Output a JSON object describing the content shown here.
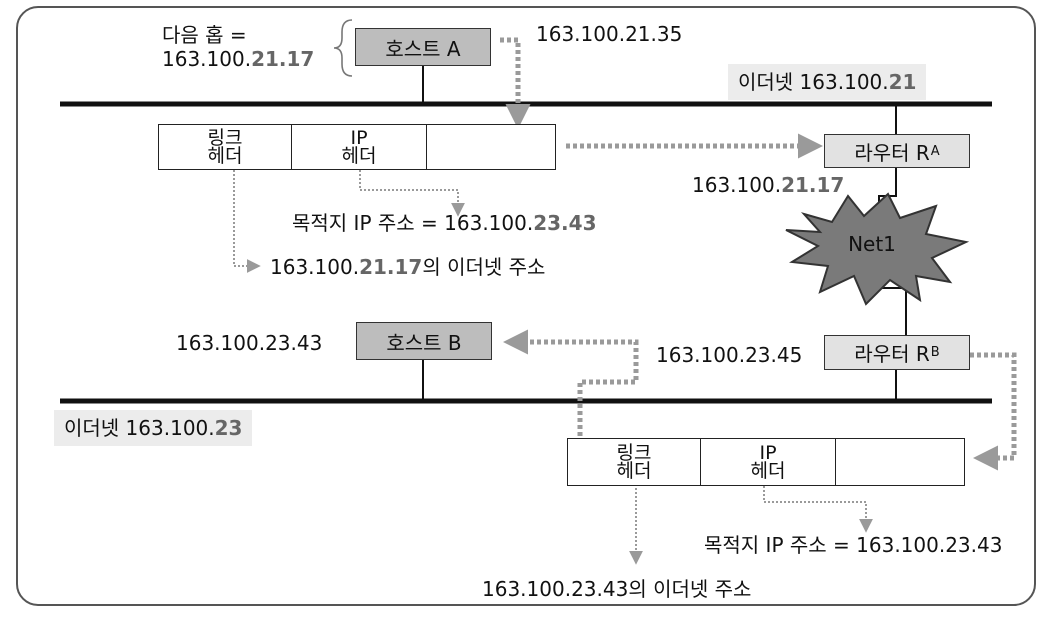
{
  "top": {
    "next_hop_line1": "다음 홉 =",
    "next_hop_prefix": "163.100.",
    "next_hop_highlight": "21.17",
    "host_a": "호스트 A",
    "host_a_addr": "163.100.21.35",
    "net_top_prefix": "이더넷 163.100.",
    "net_top_highlight": "21",
    "frame": {
      "link_line1": "링크",
      "link_line2": "헤더",
      "ip_line1": "IP",
      "ip_line2": "헤더"
    },
    "router_a_name": "라우터 R",
    "router_a_sub": "A",
    "router_a_addr_prefix": "163.100.",
    "router_a_addr_highlight": "21.17",
    "dest_prefix": "목적지 IP 주소 = 163.100.",
    "dest_highlight": "23.43",
    "eth_prefix": "163.100.",
    "eth_highlight": "21.17",
    "eth_suffix": "의 이더넷 주소"
  },
  "cloud_label": "Net1",
  "bottom": {
    "host_b_addr": "163.100.23.43",
    "host_b": "호스트 B",
    "router_b_addr": "163.100.23.45",
    "router_b_name": "라우터 R",
    "router_b_sub": "B",
    "net_bottom_prefix": "이더넷 163.100.",
    "net_bottom_highlight": "23",
    "frame": {
      "link_line1": "링크",
      "link_line2": "헤더",
      "ip_line1": "IP",
      "ip_line2": "헤더"
    },
    "dest": "목적지 IP 주소 = 163.100.23.43",
    "eth": "163.100.23.43의 이더넷 주소"
  },
  "colors": {
    "arrow": "#9a9a9a",
    "host_fill": "#bdbdbd",
    "router_fill": "#e2e2e2",
    "highlight": "#666666"
  }
}
